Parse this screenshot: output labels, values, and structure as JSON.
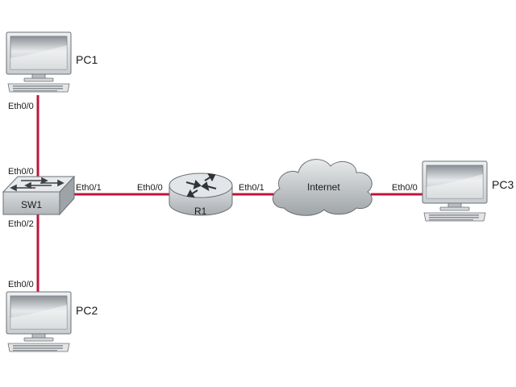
{
  "colors": {
    "link": "#c0143c",
    "device_fill": "#c4c8cc",
    "device_stroke": "#6b7075",
    "background": "#ffffff"
  },
  "devices": {
    "pc1": {
      "label": "PC1",
      "icon": "desktop-computer-icon"
    },
    "pc2": {
      "label": "PC2",
      "icon": "desktop-computer-icon"
    },
    "pc3": {
      "label": "PC3",
      "icon": "desktop-computer-icon"
    },
    "sw1": {
      "label": "SW1",
      "icon": "switch-icon"
    },
    "r1": {
      "label": "R1",
      "icon": "router-icon"
    },
    "internet": {
      "label": "Internet",
      "icon": "cloud-icon"
    }
  },
  "ports": {
    "pc1_eth0_0": "Eth0/0",
    "sw1_eth0_0": "Eth0/0",
    "sw1_eth0_1": "Eth0/1",
    "sw1_eth0_2": "Eth0/2",
    "pc2_eth0_0": "Eth0/0",
    "r1_eth0_0": "Eth0/0",
    "r1_eth0_1": "Eth0/1",
    "pc3_eth0_0": "Eth0/0"
  }
}
